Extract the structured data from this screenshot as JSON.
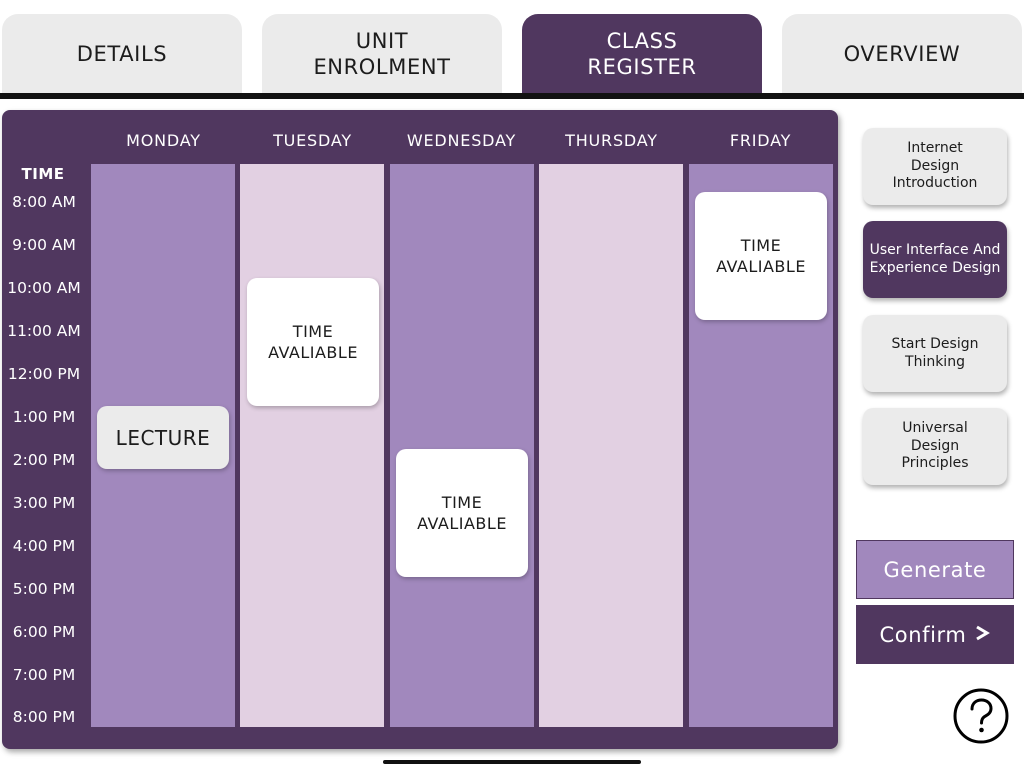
{
  "tabs": [
    {
      "label": "DETAILS"
    },
    {
      "label": "UNIT ENROLMENT"
    },
    {
      "label": "CLASS REGISTER"
    },
    {
      "label": "OVERVIEW"
    }
  ],
  "active_tab": "CLASS REGISTER",
  "timetable": {
    "time_heading": "TIME",
    "days": [
      "MONDAY",
      "TUESDAY",
      "WEDNESDAY",
      "THURSDAY",
      "FRIDAY"
    ],
    "times": [
      "8:00 AM",
      "9:00 AM",
      "10:00 AM",
      "11:00 AM",
      "12:00 PM",
      "1:00 PM",
      "2:00 PM",
      "3:00 PM",
      "4:00 PM",
      "5:00 PM",
      "6:00 PM",
      "7:00 PM",
      "8:00 PM"
    ],
    "slots": [
      {
        "day": "MONDAY",
        "label": "LECTURE",
        "type": "lecture"
      },
      {
        "day": "TUESDAY",
        "label": "TIME AVALIABLE",
        "type": "available"
      },
      {
        "day": "WEDNESDAY",
        "label": "TIME AVALIABLE",
        "type": "available"
      },
      {
        "day": "FRIDAY",
        "label": "TIME AVALIABLE",
        "type": "available"
      }
    ]
  },
  "units": [
    {
      "label": "Internet Design Introduction",
      "selected": false
    },
    {
      "label": "User Interface And Experience Design",
      "selected": true
    },
    {
      "label": "Start Design Thinking",
      "selected": false
    },
    {
      "label": "Universal Design Principles",
      "selected": false
    }
  ],
  "actions": {
    "generate_label": "Generate",
    "confirm_label": "Confirm"
  },
  "icons": {
    "confirm": "chevron-right-icon",
    "help": "help-icon"
  },
  "colors": {
    "primary": "#50375f",
    "accent": "#a188bd",
    "light_column": "#e2d0e2",
    "tab_inactive": "#ebebeb"
  }
}
